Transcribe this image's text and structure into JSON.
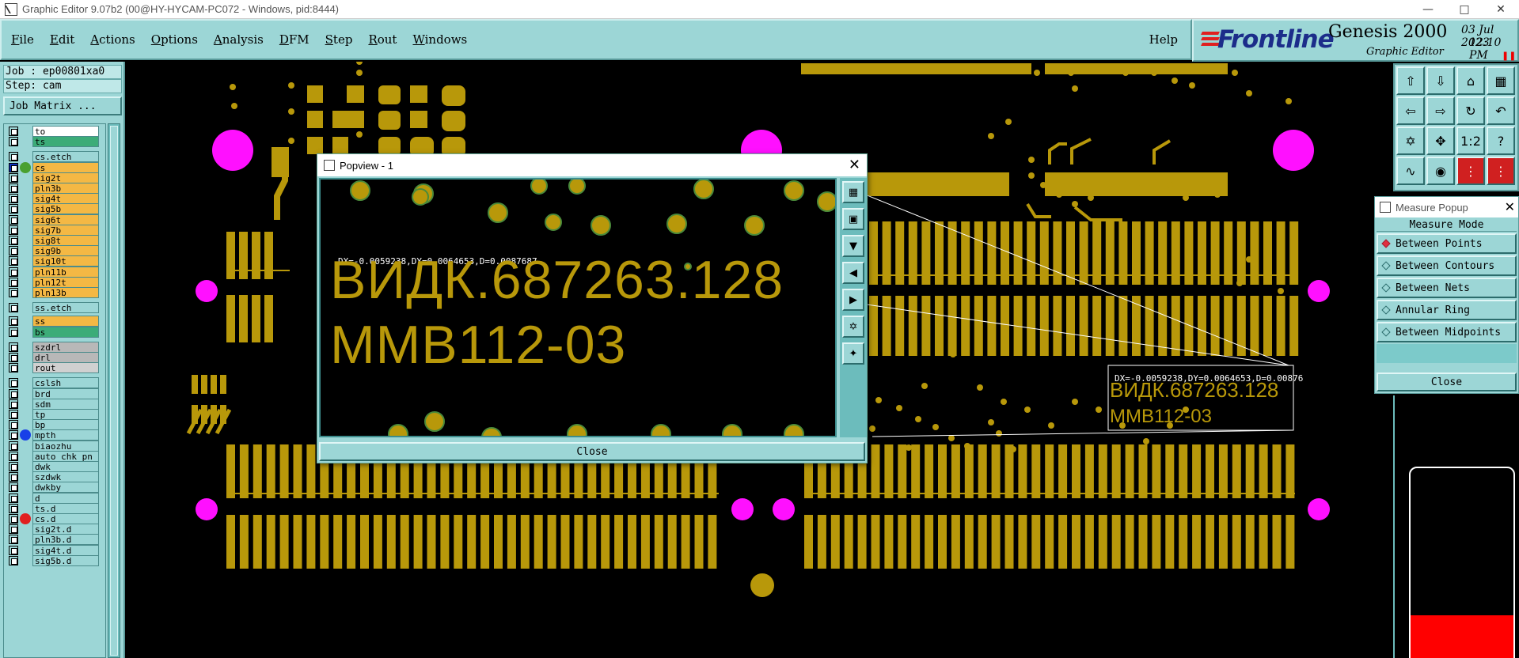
{
  "window": {
    "title": "Graphic Editor 9.07b2 (00@HY-HYCAM-PC072 - Windows, pid:8444)"
  },
  "menu": {
    "items": [
      "File",
      "Edit",
      "Actions",
      "Options",
      "Analysis",
      "DFM",
      "Step",
      "Rout",
      "Windows"
    ],
    "help": "Help"
  },
  "brand": {
    "logo": "Frontline",
    "product": "Genesis 2000",
    "subtitle": "Graphic Editor",
    "date": "03 Jul 2023",
    "time": "12:10 PM"
  },
  "left": {
    "job": "Job : ep00801xa0",
    "step": "Step: cam",
    "job_matrix": "Job Matrix ..."
  },
  "layers": [
    {
      "name": "to",
      "bg": "#ffffff",
      "dot": ""
    },
    {
      "name": "ts",
      "bg": "#3cac78",
      "dot": ""
    },
    {
      "name": "cs.etch",
      "bg": "#9cd6d6",
      "dot": ""
    },
    {
      "name": "cs",
      "bg": "#f4b844",
      "dot": "#4aa030",
      "marker": "#1030c0"
    },
    {
      "name": "sig2t",
      "bg": "#f4b844",
      "dot": ""
    },
    {
      "name": "pln3b",
      "bg": "#f4b844",
      "dot": ""
    },
    {
      "name": "sig4t",
      "bg": "#f4b844",
      "dot": ""
    },
    {
      "name": "sig5b",
      "bg": "#f4b844",
      "dot": ""
    },
    {
      "name": "sig6t",
      "bg": "#f4b844",
      "dot": ""
    },
    {
      "name": "sig7b",
      "bg": "#f4b844",
      "dot": ""
    },
    {
      "name": "sig8t",
      "bg": "#f4b844",
      "dot": ""
    },
    {
      "name": "sig9b",
      "bg": "#f4b844",
      "dot": ""
    },
    {
      "name": "sig10t",
      "bg": "#f4b844",
      "dot": ""
    },
    {
      "name": "pln11b",
      "bg": "#f4b844",
      "dot": ""
    },
    {
      "name": "pln12t",
      "bg": "#f4b844",
      "dot": ""
    },
    {
      "name": "pln13b",
      "bg": "#f4b844",
      "dot": ""
    },
    {
      "name": "ss.etch",
      "bg": "#9cd6d6",
      "dot": ""
    },
    {
      "name": "ss",
      "bg": "#f4b844",
      "dot": ""
    },
    {
      "name": "bs",
      "bg": "#3cac78",
      "dot": ""
    },
    {
      "name": "szdrl",
      "bg": "#b8b8b8",
      "dot": ""
    },
    {
      "name": "drl",
      "bg": "#b8b8b8",
      "dot": ""
    },
    {
      "name": "rout",
      "bg": "#d0d0d0",
      "dot": ""
    },
    {
      "name": "cslsh",
      "bg": "#9cd6d6",
      "dot": ""
    },
    {
      "name": "brd",
      "bg": "#9cd6d6",
      "dot": ""
    },
    {
      "name": "sdm",
      "bg": "#9cd6d6",
      "dot": ""
    },
    {
      "name": "tp",
      "bg": "#9cd6d6",
      "dot": ""
    },
    {
      "name": "bp",
      "bg": "#9cd6d6",
      "dot": ""
    },
    {
      "name": "mpth",
      "bg": "#9cd6d6",
      "dot": "#1840e8"
    },
    {
      "name": "biaozhu",
      "bg": "#9cd6d6",
      "dot": ""
    },
    {
      "name": "auto_chk_pn",
      "bg": "#9cd6d6",
      "dot": ""
    },
    {
      "name": "dwk",
      "bg": "#9cd6d6",
      "dot": ""
    },
    {
      "name": "szdwk",
      "bg": "#9cd6d6",
      "dot": ""
    },
    {
      "name": "dwkby",
      "bg": "#9cd6d6",
      "dot": ""
    },
    {
      "name": "d",
      "bg": "#9cd6d6",
      "dot": ""
    },
    {
      "name": "ts.d",
      "bg": "#9cd6d6",
      "dot": ""
    },
    {
      "name": "cs.d",
      "bg": "#9cd6d6",
      "dot": "#e02020"
    },
    {
      "name": "sig2t.d",
      "bg": "#9cd6d6",
      "dot": ""
    },
    {
      "name": "pln3b.d",
      "bg": "#9cd6d6",
      "dot": ""
    },
    {
      "name": "sig4t.d",
      "bg": "#9cd6d6",
      "dot": ""
    },
    {
      "name": "sig5b.d",
      "bg": "#9cd6d6",
      "dot": ""
    }
  ],
  "popview": {
    "title": "Popview - 1",
    "measure_text": "DX=-0.0059238,DY=0.0064653,D=0.0087687",
    "line1": "ВИДК.687263.128",
    "line2": "MMB112-03",
    "close": "Close"
  },
  "canvas": {
    "measure_text": "DX=-0.0059238,DY=0.0064653,D=0.00876",
    "label1": "ВИДК.687263.128",
    "label2": "MMB112-03"
  },
  "measure_popup": {
    "title": "Measure Popup",
    "mode": "Measure Mode",
    "options": [
      "Between Points",
      "Between Contours",
      "Between Nets",
      "Annular Ring",
      "Between Midpoints"
    ],
    "selected": "Between Points",
    "close": "Close"
  },
  "colors": {
    "copper": "#b8980a",
    "pad_magenta": "#ff10ff",
    "panel": "#9cd6d6"
  }
}
